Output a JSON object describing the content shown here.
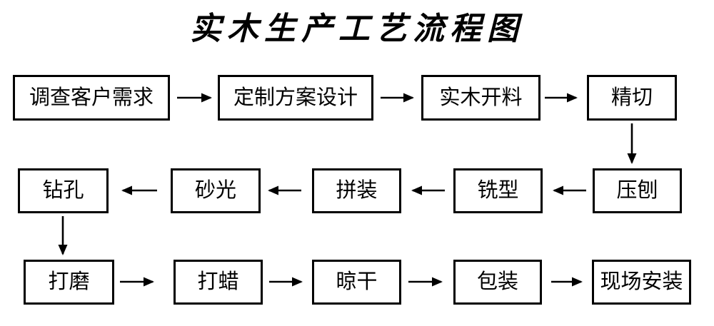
{
  "title": "实木生产工艺流程图",
  "steps": [
    "调查客户需求",
    "定制方案设计",
    "实木开料",
    "精切",
    "压刨",
    "铣型",
    "拼装",
    "砂光",
    "钻孔",
    "打磨",
    "打蜡",
    "晾干",
    "包装",
    "现场安装"
  ],
  "flow_order_note": "steps array is in process order; arrows connect each step to the next",
  "colors": {
    "background": "#ffffff",
    "box_fill": "#ffffff",
    "line": "#000000",
    "text": "#000000"
  }
}
